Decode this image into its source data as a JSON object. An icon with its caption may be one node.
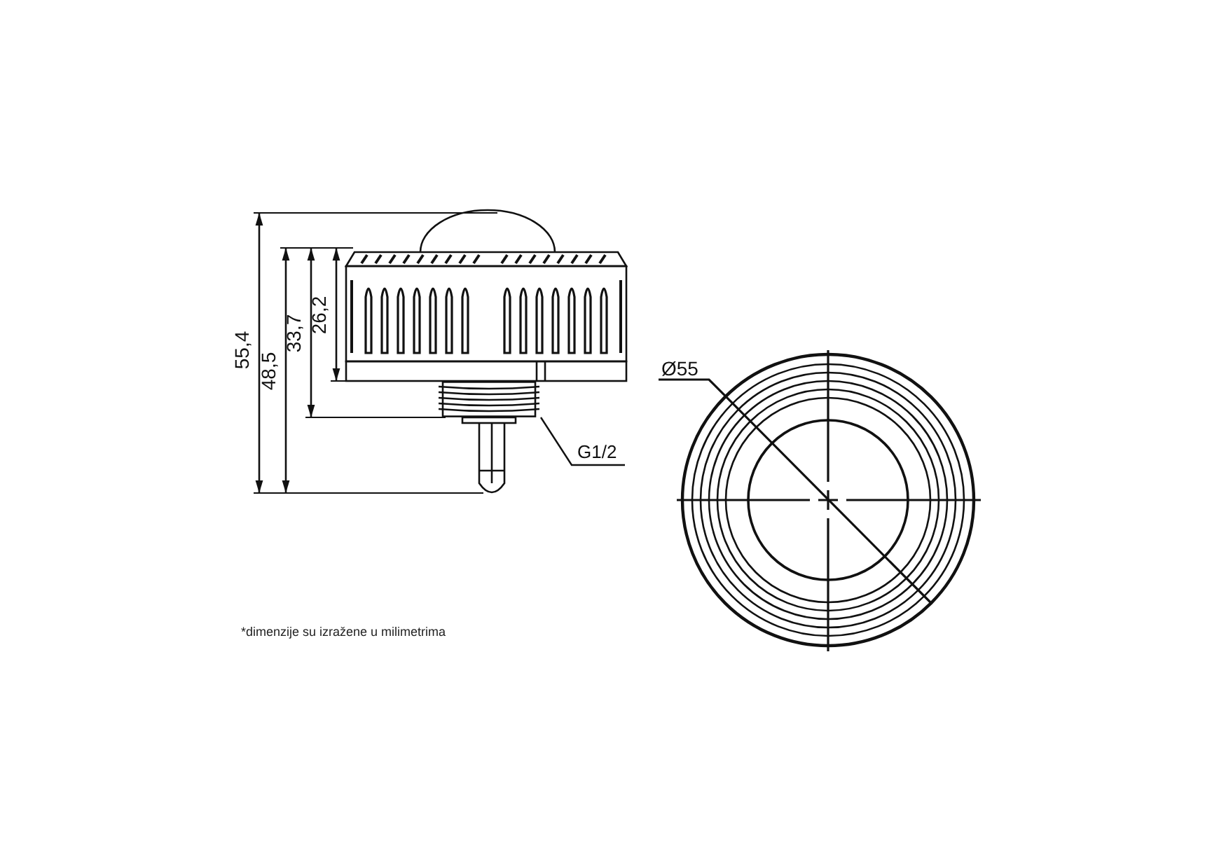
{
  "diagram": {
    "nodes": [
      {
        "text": [
          "G1/2"
        ]
      },
      {
        "text": [],
        "shape": "picture"
      }
    ],
    "edges": [
      {
        "from": 0,
        "to": 1,
        "arrow": "none"
      }
    ],
    "labels": [
      "55,4",
      "48,5",
      "33,7",
      "26,2",
      "Ø55",
      "*dimenzije su izražene u milimetrima"
    ]
  }
}
